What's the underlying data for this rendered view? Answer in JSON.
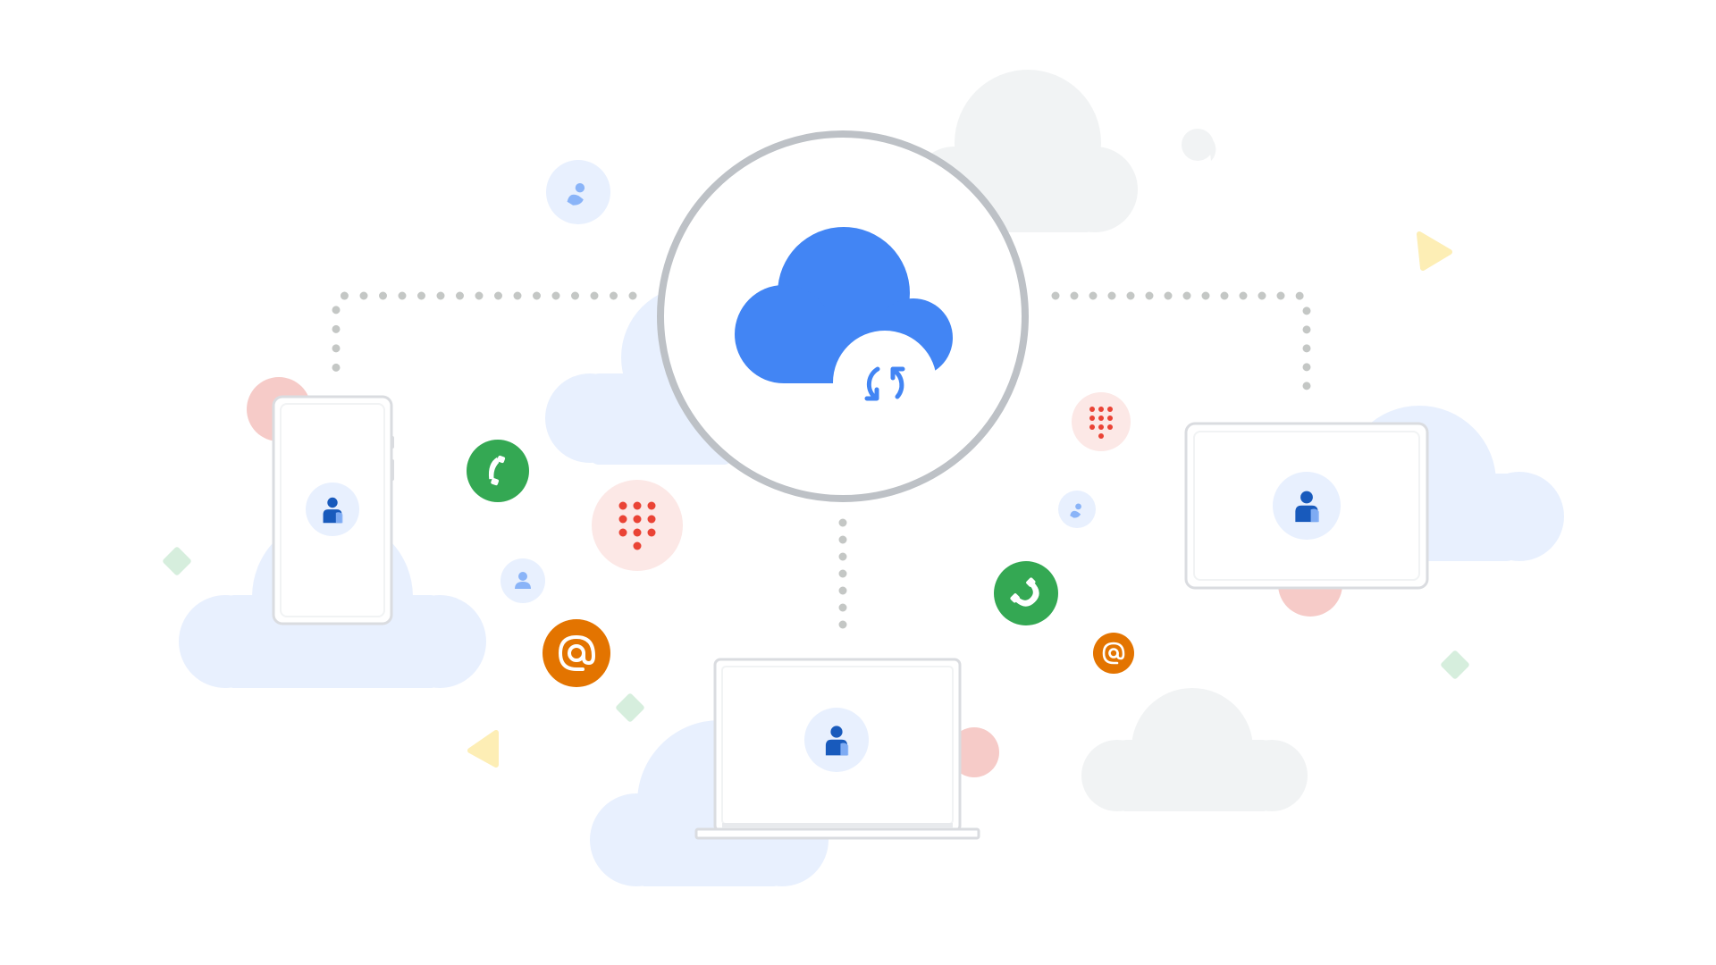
{
  "illustration": {
    "hub": {
      "icon": "cloud-sync-icon"
    },
    "devices": [
      {
        "kind": "phone",
        "icon": "contact-icon"
      },
      {
        "kind": "laptop",
        "icon": "contact-icon"
      },
      {
        "kind": "tablet",
        "icon": "contact-icon"
      }
    ],
    "floating_icons": [
      "contact-icon",
      "phone-call-icon",
      "dialpad-icon",
      "at-sign-icon"
    ]
  },
  "colors": {
    "hub_cloud": "#4285f4",
    "hub_ring": "#bdc1c6",
    "light_blue_cloud": "#e8f0fe",
    "gray_cloud": "#f1f3f4",
    "green": "#34a853",
    "orange": "#e37400",
    "red": "#ea4335",
    "contact_blue": "#185abc"
  }
}
